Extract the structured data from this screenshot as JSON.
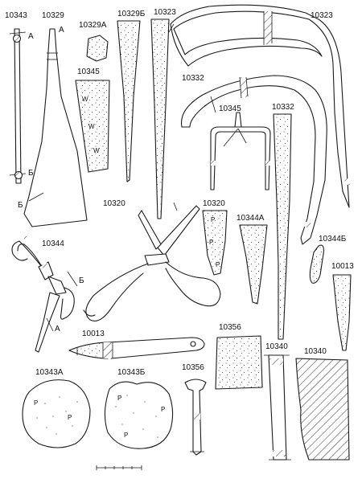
{
  "labels": {
    "a10343": "10343",
    "a10329": "10329",
    "a10329a": "10329А",
    "a10329b": "10329Б",
    "a10323_s": "10323",
    "a10323_l": "10323",
    "a10345_l": "10345",
    "a10332_1": "10332",
    "a10345_b": "10345",
    "a10332_2": "10332",
    "a10320_1": "10320",
    "a10320_2": "10320",
    "a10344a": "10344А",
    "a10344b": "10344Б",
    "a10344": "10344",
    "a10013_1": "10013",
    "a10013_2": "10013",
    "a10356_1": "10356",
    "a10356_2": "10356",
    "a10340_1": "10340",
    "a10340_2": "10340",
    "a10343a": "10343А",
    "a10343b": "10343Б"
  },
  "section_marks": {
    "a": "А",
    "b": "Б"
  },
  "surface_marks": {
    "w": "W",
    "p": "P"
  }
}
